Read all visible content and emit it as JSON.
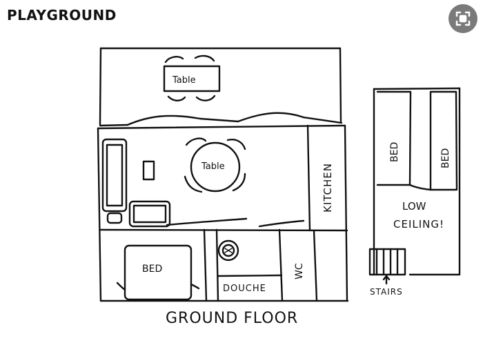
{
  "header": {
    "title": "PLAYGROUND"
  },
  "footer": {
    "caption": "GROUND FLOOR"
  },
  "labels": {
    "table_top": "Table",
    "table_round": "Table",
    "kitchen": "KITCHEN",
    "bed_bottom": "BED",
    "douche": "DOUCHE",
    "wc": "WC",
    "bed_left": "BED",
    "bed_right": "BED",
    "low_ceiling_line1": "LOW",
    "low_ceiling_line2": "CEILING!",
    "stairs": "STAIRS"
  },
  "colors": {
    "ink": "#111111",
    "button": "#7a7a7a",
    "background": "#ffffff"
  },
  "icons": {
    "expand": "expand-icon"
  }
}
